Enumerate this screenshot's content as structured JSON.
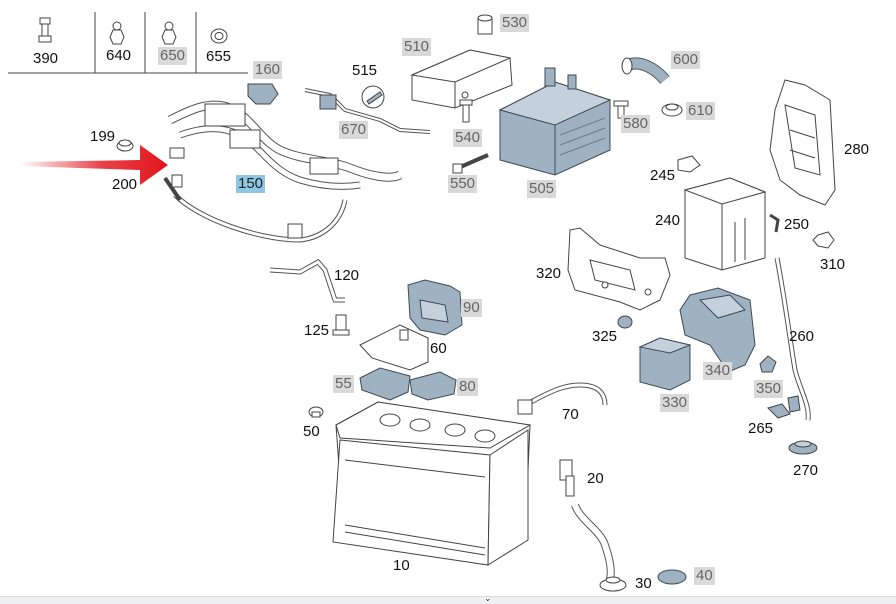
{
  "parts": {
    "p390": {
      "label": "390",
      "hl": "none"
    },
    "p640": {
      "label": "640",
      "hl": "none"
    },
    "p650": {
      "label": "650",
      "hl": "grey"
    },
    "p655": {
      "label": "655",
      "hl": "none"
    },
    "p160": {
      "label": "160",
      "hl": "grey"
    },
    "p515": {
      "label": "515",
      "hl": "none"
    },
    "p510": {
      "label": "510",
      "hl": "grey"
    },
    "p530": {
      "label": "530",
      "hl": "grey"
    },
    "p600": {
      "label": "600",
      "hl": "grey"
    },
    "p610": {
      "label": "610",
      "hl": "grey"
    },
    "p580": {
      "label": "580",
      "hl": "grey"
    },
    "p670": {
      "label": "670",
      "hl": "grey"
    },
    "p540": {
      "label": "540",
      "hl": "grey"
    },
    "p550": {
      "label": "550",
      "hl": "grey"
    },
    "p505": {
      "label": "505",
      "hl": "grey"
    },
    "p199": {
      "label": "199",
      "hl": "none"
    },
    "p200": {
      "label": "200",
      "hl": "none"
    },
    "p150": {
      "label": "150",
      "hl": "blue"
    },
    "p245": {
      "label": "245",
      "hl": "none"
    },
    "p240": {
      "label": "240",
      "hl": "none"
    },
    "p250": {
      "label": "250",
      "hl": "none"
    },
    "p280": {
      "label": "280",
      "hl": "none"
    },
    "p310": {
      "label": "310",
      "hl": "none"
    },
    "p120": {
      "label": "120",
      "hl": "none"
    },
    "p320": {
      "label": "320",
      "hl": "none"
    },
    "p90": {
      "label": "90",
      "hl": "grey"
    },
    "p125": {
      "label": "125",
      "hl": "none"
    },
    "p60": {
      "label": "60",
      "hl": "none"
    },
    "p325": {
      "label": "325",
      "hl": "none"
    },
    "p260": {
      "label": "260",
      "hl": "none"
    },
    "p340": {
      "label": "340",
      "hl": "grey"
    },
    "p55": {
      "label": "55",
      "hl": "grey"
    },
    "p80": {
      "label": "80",
      "hl": "grey"
    },
    "p350": {
      "label": "350",
      "hl": "grey"
    },
    "p330": {
      "label": "330",
      "hl": "grey"
    },
    "p70": {
      "label": "70",
      "hl": "none"
    },
    "p50": {
      "label": "50",
      "hl": "none"
    },
    "p265": {
      "label": "265",
      "hl": "none"
    },
    "p270": {
      "label": "270",
      "hl": "none"
    },
    "p20": {
      "label": "20",
      "hl": "none"
    },
    "p10": {
      "label": "10",
      "hl": "none"
    },
    "p30": {
      "label": "30",
      "hl": "none"
    },
    "p40": {
      "label": "40",
      "hl": "grey"
    }
  },
  "colors": {
    "part_fill": "#9fb2c2",
    "arrow": "#e3141b",
    "highlight_grey": "#d9d9d9",
    "highlight_blue": "#8dc7e3"
  }
}
